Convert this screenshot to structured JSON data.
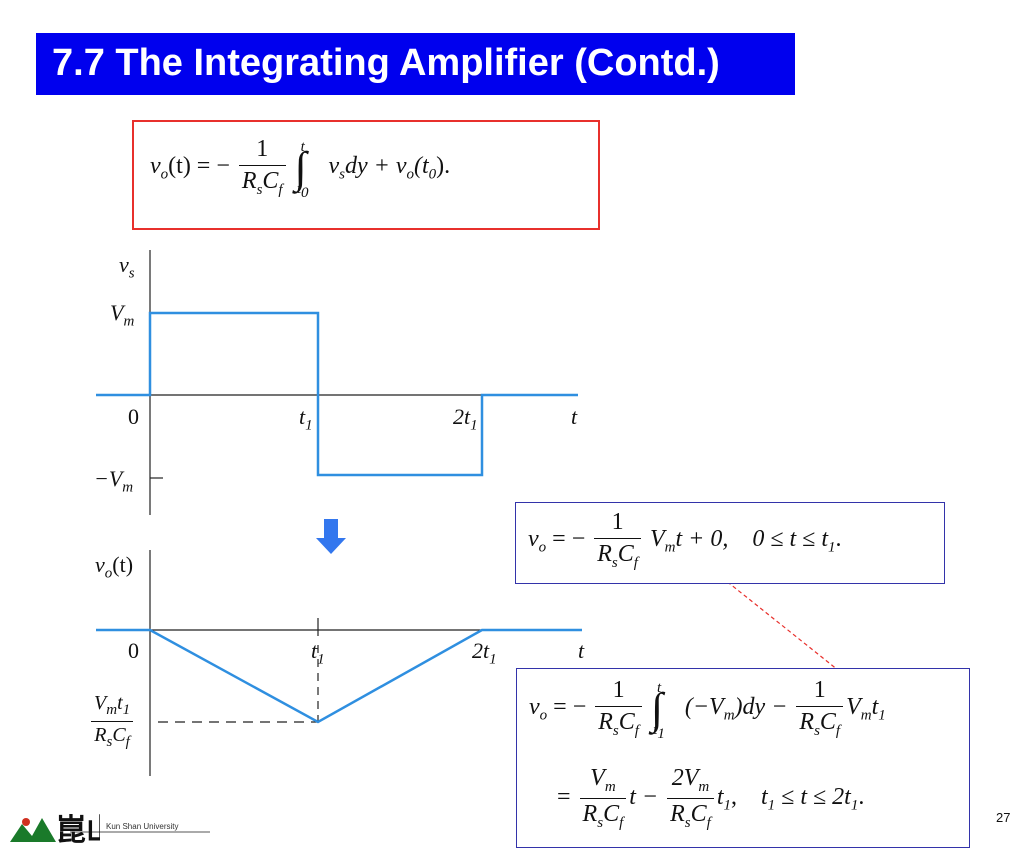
{
  "title": "7.7  The Integrating Amplifier (Contd.)",
  "page_number": "27",
  "university": "Kun Shan University",
  "colors": {
    "title_bg": "#0000ee",
    "waveform": "#2f8fe0",
    "red_box": "#e8302c",
    "blue_box": "#3333aa",
    "arrow": "#3377ee"
  },
  "main_equation": {
    "lhs": "v",
    "lhs_sub": "o",
    "lhs_arg": "(t) = −",
    "frac_num": "1",
    "frac_den": "R",
    "den_sub1": "s",
    "den_mid": "C",
    "den_sub2": "f",
    "int_upper": "t",
    "int_lower": "t",
    "int_lower_sub": "0",
    "body": "v",
    "body_sub": "s",
    "body_rest": "dy + v",
    "tail_sub": "o",
    "tail": "(t",
    "tail_sub2": "0",
    "end": ")."
  },
  "graph1": {
    "y_label": "v",
    "y_label_sub": "s",
    "vm": "V",
    "vm_sub": "m",
    "neg_vm": "−V",
    "neg_vm_sub": "m",
    "zero": "0",
    "t1": "t",
    "t1_sub": "1",
    "two_t1": "2t",
    "two_t1_sub": "1",
    "t": "t"
  },
  "graph2": {
    "y_label": "v",
    "y_label_sub": "o",
    "y_label_arg": "(t)",
    "zero": "0",
    "t1": "t",
    "t1_sub": "1",
    "two_t1": "2t",
    "two_t1_sub": "1",
    "t": "t",
    "level_num": "V",
    "level_num_sub": "m",
    "level_num_t": "t",
    "level_num_t_sub": "1",
    "level_den": "R",
    "level_den_sub": "s",
    "level_den_c": "C",
    "level_den_c_sub": "f"
  },
  "eq1": {
    "lhs": "v",
    "lhs_sub": "o",
    "eq": " = −",
    "num": "1",
    "den_r": "R",
    "den_s": "s",
    "den_c": "C",
    "den_f": "f",
    "rest": "V",
    "rest_sub": "m",
    "rest2": "t + 0,",
    "cond": "0 ≤ t ≤ t",
    "cond_sub": "1",
    "cond_end": "."
  },
  "eq2": {
    "line1_lhs": "v",
    "line1_lhs_sub": "o",
    "line1_eq": " = −",
    "num": "1",
    "den_r": "R",
    "den_s": "s",
    "den_c": "C",
    "den_f": "f",
    "int_upper": "t",
    "int_lower": "t",
    "int_lower_sub": "1",
    "integrand": "(−V",
    "integrand_sub": "m",
    "integrand_end": ")dy −",
    "tail": "V",
    "tail_sub": "m",
    "tail_t": "t",
    "tail_t_sub": "1",
    "line2_eq": "=",
    "f1_num": "V",
    "f1_num_sub": "m",
    "f1_after": "t −",
    "f2_num": "2V",
    "f2_num_sub": "m",
    "f2_after": "t",
    "f2_after_sub": "1",
    "f2_comma": ",",
    "cond": "t",
    "cond_sub": "1",
    "cond_mid": " ≤ t ≤ 2t",
    "cond_sub2": "1",
    "cond_end": "."
  }
}
